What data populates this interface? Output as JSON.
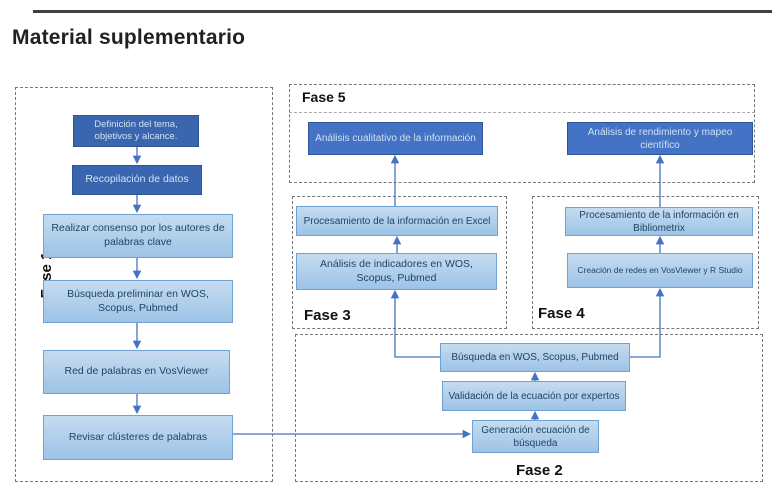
{
  "title": "Material suplementario",
  "phases": {
    "fase1": "Fase 1",
    "fase2": "Fase 2",
    "fase3": "Fase 3",
    "fase4": "Fase 4",
    "fase5": "Fase 5"
  },
  "nodes": {
    "definicion": "Definición del tema, objetivos y alcance.",
    "recopilacion": "Recopilación de datos",
    "consenso": "Realizar consenso por los autores de palabras clave",
    "busqueda_preliminar": "Búsqueda preliminar en WOS, Scopus, Pubmed",
    "red_palabras": "Red de palabras en VosViewer",
    "revisar_clusteres": "Revisar clústeres de palabras",
    "analisis_cualitativo": "Análisis cualitativo de la información",
    "analisis_rendimiento": "Análisis de rendimiento y mapeo científico",
    "procesamiento_excel": "Procesamiento de la información en Excel",
    "analisis_indicadores": "Análisis de indicadores en WOS, Scopus, Pubmed",
    "procesamiento_bibliometrix": "Procesamiento de la información en Bibliometrix",
    "creacion_redes": "Creación de redes en VosViewer y R Studio",
    "busqueda_wos": "Búsqueda en WOS, Scopus, Pubmed",
    "validacion_ecuacion": "Validación de la ecuación por expertos",
    "generacion_ecuacion": "Generación ecuación de búsqueda"
  },
  "colors": {
    "title_rule": "#404040",
    "title_text": "#212121",
    "dashed_border": "#787878",
    "dark_box": "#3a66b0",
    "dark_box_border": "#2e5597",
    "medium_box": "#4472c4",
    "light_box_top": "#c5dcf0",
    "light_box_bottom": "#9dc3e6",
    "light_box_border": "#70a1d3",
    "light_text": "#cfe2f3",
    "dark_text": "#1f4466",
    "connector": "#4472c4"
  }
}
